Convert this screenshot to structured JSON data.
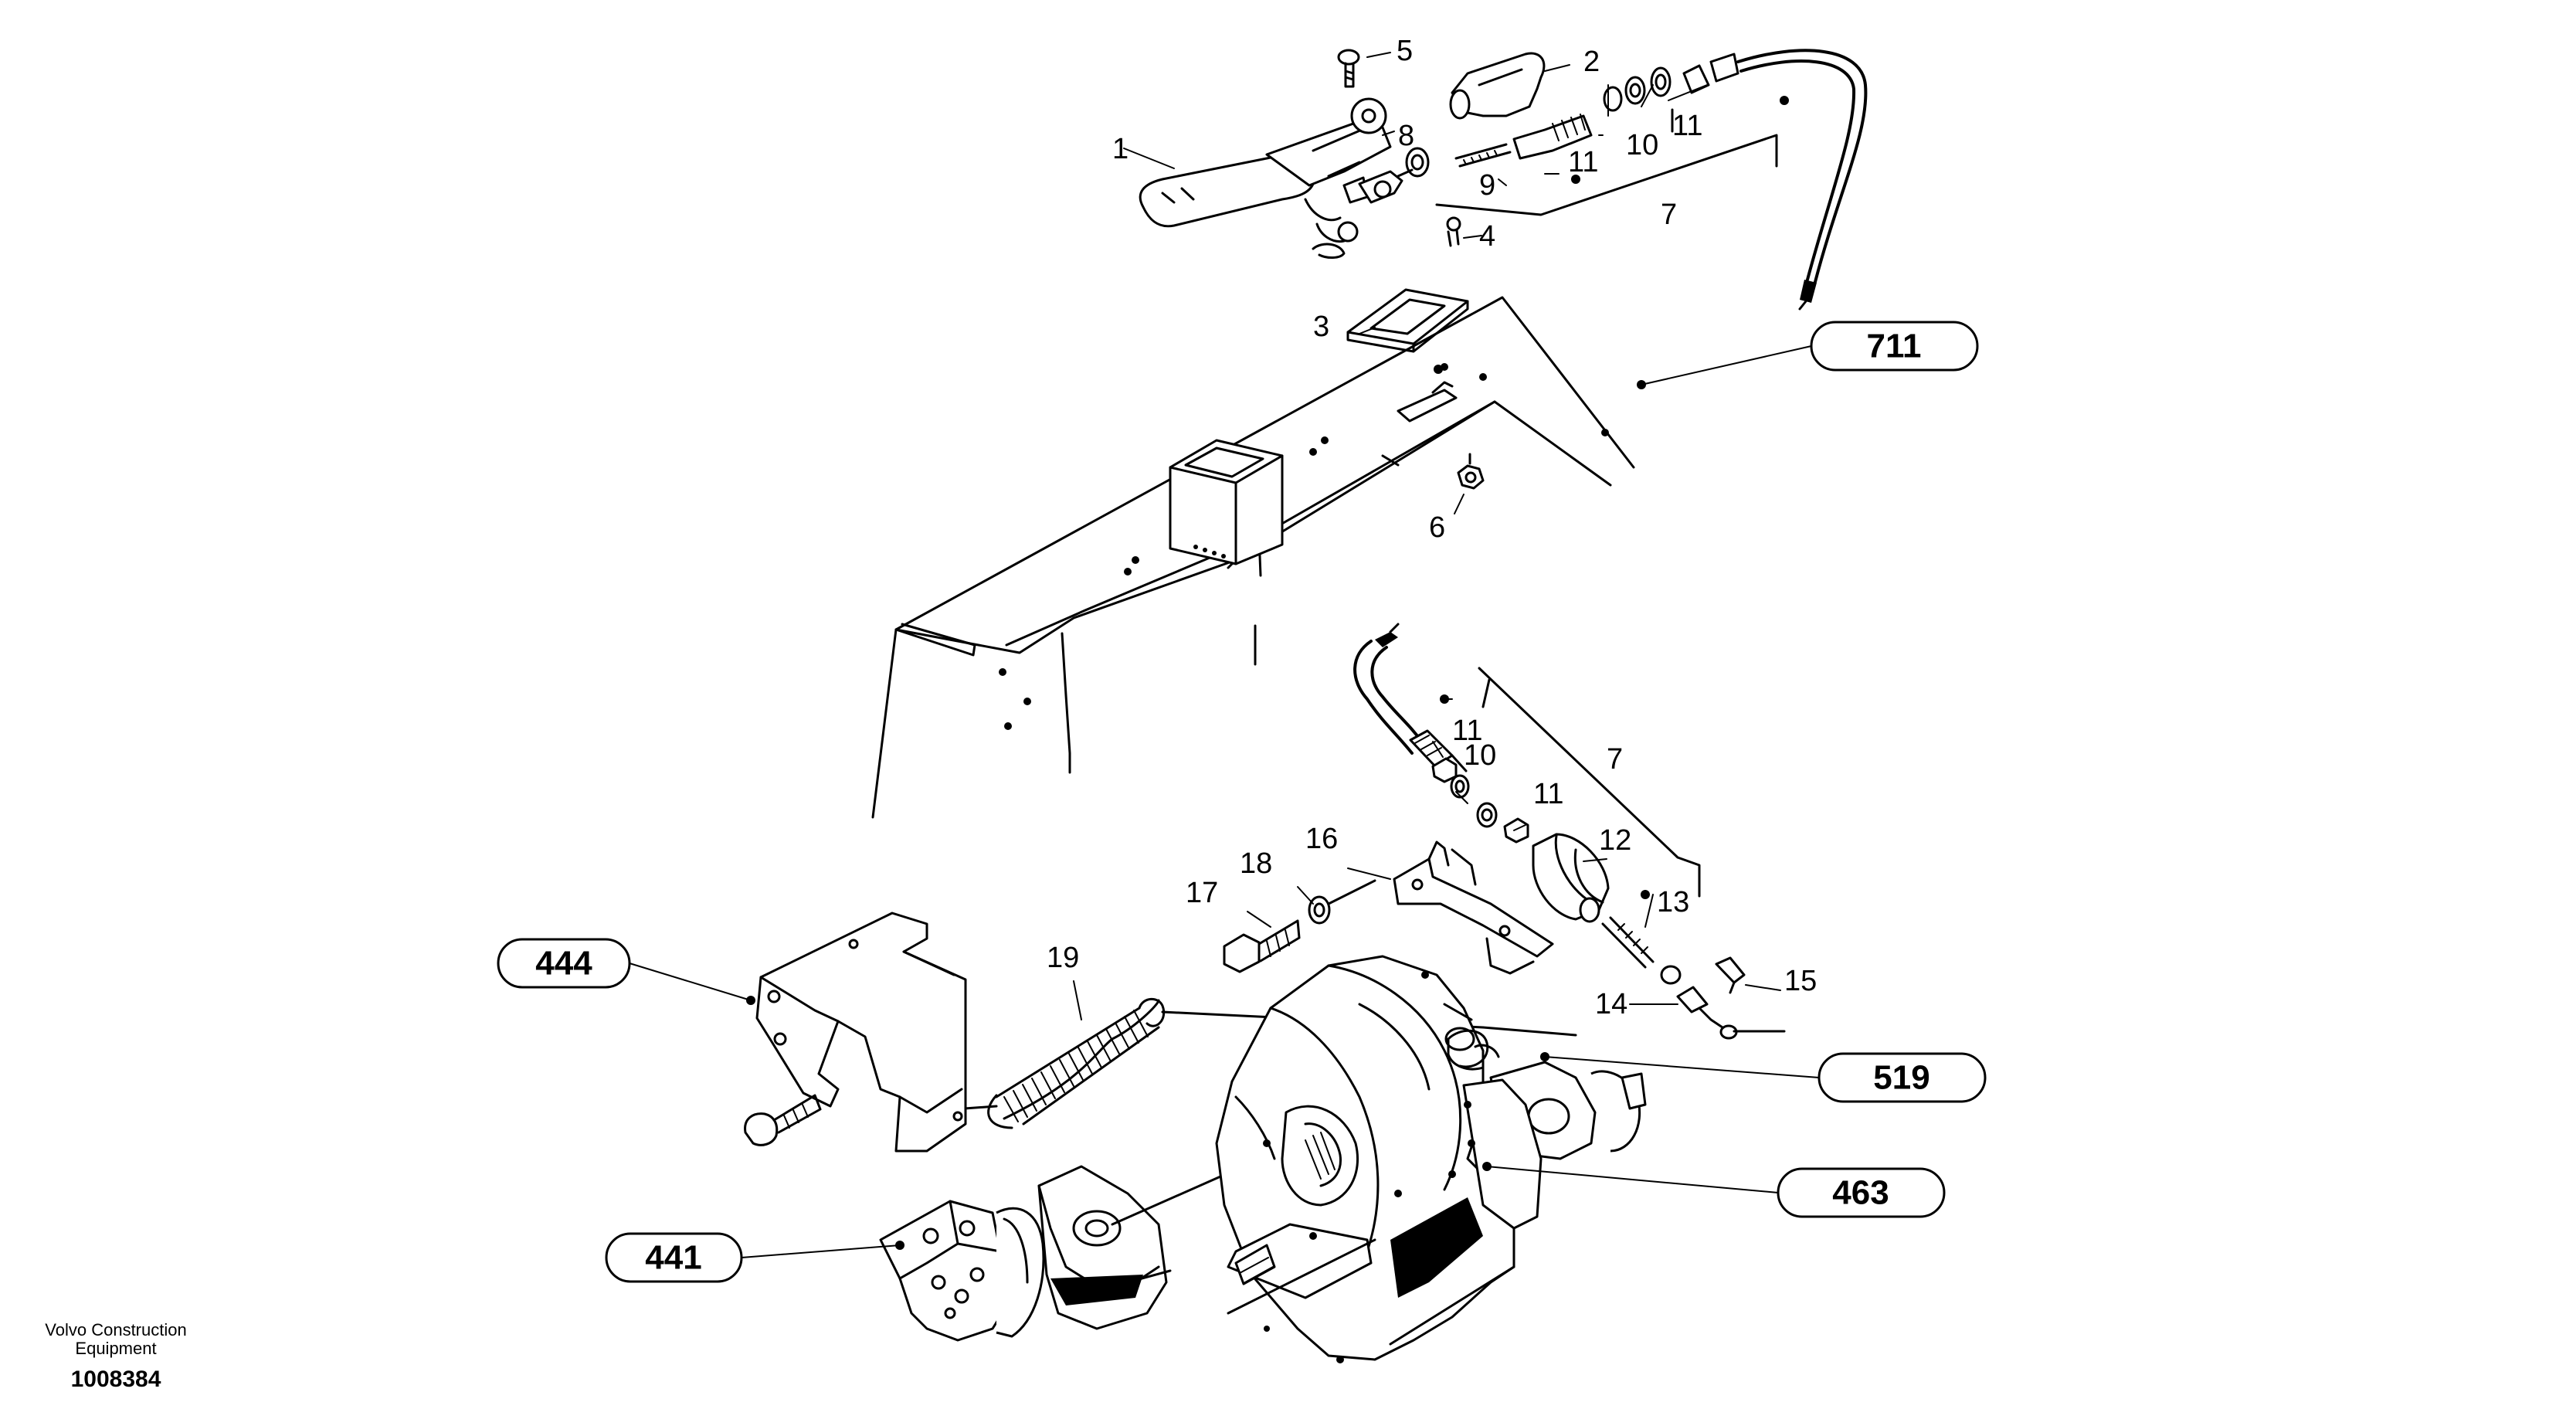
{
  "callouts": {
    "c1": "1",
    "c2": "2",
    "c3": "3",
    "c4": "4",
    "c5": "5",
    "c6": "6",
    "c7a": "7",
    "c7b": "7",
    "c8": "8",
    "c9": "9",
    "c10a": "10",
    "c10b": "10",
    "c11a": "11",
    "c11b": "11",
    "c11c": "11",
    "c11d": "11",
    "c12": "12",
    "c13": "13",
    "c14": "14",
    "c15": "15",
    "c16": "16",
    "c17": "17",
    "c18": "18",
    "c19": "19"
  },
  "references": {
    "r711": "711",
    "r444": "444",
    "r519": "519",
    "r463": "463",
    "r441": "441"
  },
  "footer": {
    "brand_line1": "Volvo Construction",
    "brand_line2": "Equipment",
    "drawing_number": "1008384"
  }
}
